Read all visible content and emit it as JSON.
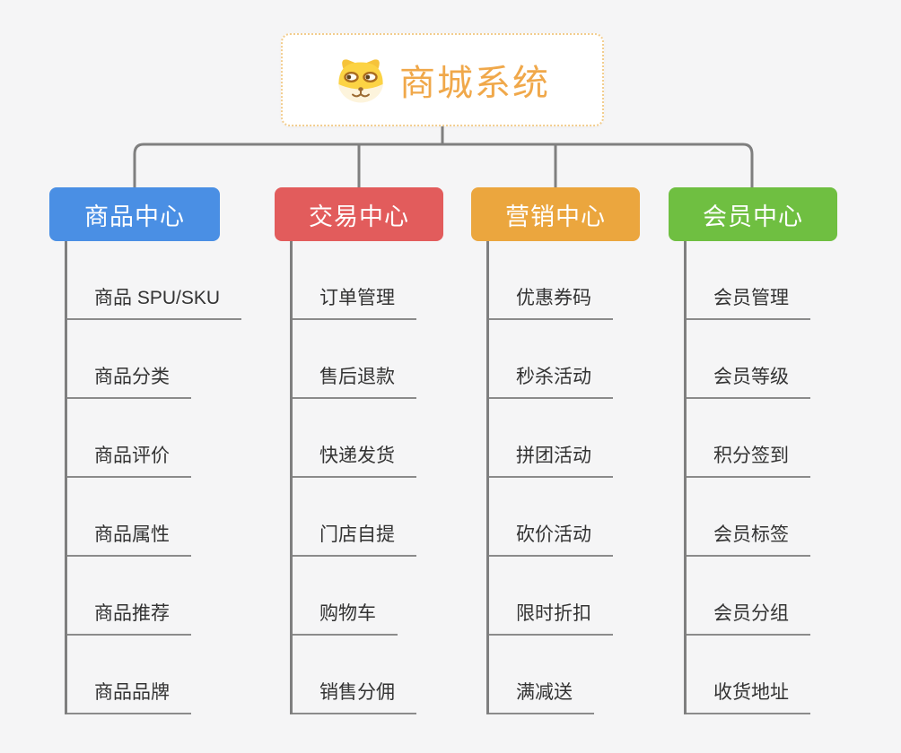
{
  "root": {
    "title": "商城系统",
    "icon": "dog-face"
  },
  "branches": [
    {
      "id": "product-center",
      "label": "商品中心",
      "color": "#4A8FE4",
      "children": [
        "商品 SPU/SKU",
        "商品分类",
        "商品评价",
        "商品属性",
        "商品推荐",
        "商品品牌"
      ]
    },
    {
      "id": "trade-center",
      "label": "交易中心",
      "color": "#E25C5C",
      "children": [
        "订单管理",
        "售后退款",
        "快递发货",
        "门店自提",
        "购物车",
        "销售分佣"
      ]
    },
    {
      "id": "marketing-center",
      "label": "营销中心",
      "color": "#EBA63E",
      "children": [
        "优惠券码",
        "秒杀活动",
        "拼团活动",
        "砍价活动",
        "限时折扣",
        "满减送"
      ]
    },
    {
      "id": "member-center",
      "label": "会员中心",
      "color": "#6FBF41",
      "children": [
        "会员管理",
        "会员等级",
        "积分签到",
        "会员标签",
        "会员分组",
        "收货地址"
      ]
    }
  ],
  "style": {
    "background": "#F5F5F6",
    "connector_color": "#7F7F7F",
    "leaf_underline_color": "#8B8B8B",
    "leaf_text_color": "#333333",
    "root_text_color": "#F0A84A",
    "root_border_color": "#F2CD8E"
  }
}
